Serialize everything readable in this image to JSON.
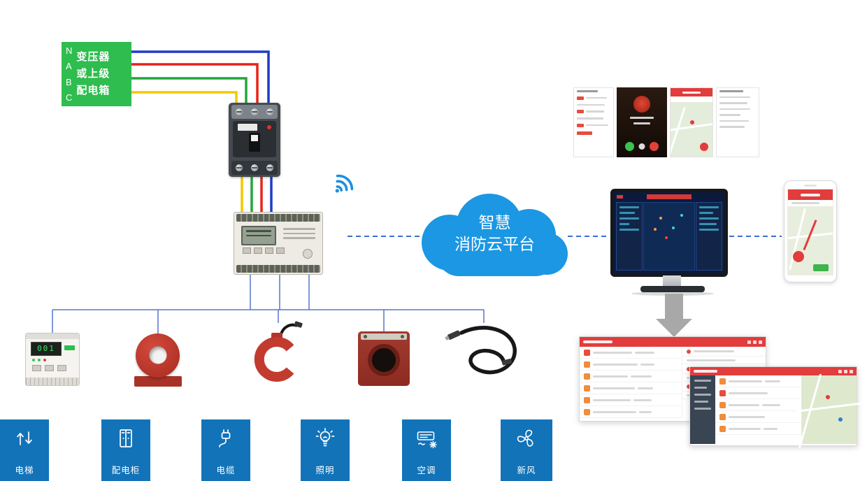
{
  "source_box": {
    "phases": [
      "N",
      "A",
      "B",
      "C"
    ],
    "lines": [
      "变压器",
      "或上级",
      "配电箱"
    ]
  },
  "cloud": {
    "lines": [
      "智慧",
      "消防云平台"
    ]
  },
  "meter": {
    "display": "001"
  },
  "loads": [
    {
      "label": "电梯",
      "icon": "elevator-icon"
    },
    {
      "label": "配电柜",
      "icon": "cabinet-icon"
    },
    {
      "label": "电缆",
      "icon": "cable-icon"
    },
    {
      "label": "照明",
      "icon": "bulb-icon"
    },
    {
      "label": "空调",
      "icon": "ac-icon"
    },
    {
      "label": "新风",
      "icon": "fan-icon"
    }
  ],
  "icons": {
    "wifi": "wifi-icon",
    "cloud": "cloud-shape",
    "down_arrow": "down-arrow"
  },
  "colors": {
    "source_green": "#2ebd4e",
    "cloud_blue": "#1b97e3",
    "tile_blue": "#1273b8",
    "wire_n_blue": "#1f3bc8",
    "wire_red": "#e8231a",
    "wire_green": "#21a63c",
    "wire_yellow": "#f4c800",
    "link_blue": "#5577cc",
    "app_header_red": "#e23c3c"
  }
}
